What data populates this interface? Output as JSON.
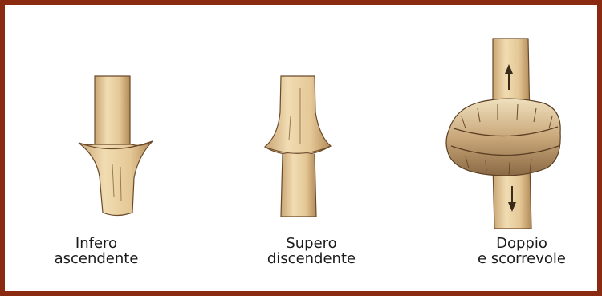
{
  "figures": [
    {
      "line1": "Infero",
      "line2": "ascendente"
    },
    {
      "line1": "Supero",
      "line2": "discendente"
    },
    {
      "line1": "Doppio",
      "line2": "e scorrevole"
    }
  ],
  "colors": {
    "border": "#8a2a10",
    "stem": "#e8cfa0",
    "stem_shadow": "#b99060",
    "ring_dark": "#7a5a38",
    "ring_light": "#ead8b0"
  }
}
